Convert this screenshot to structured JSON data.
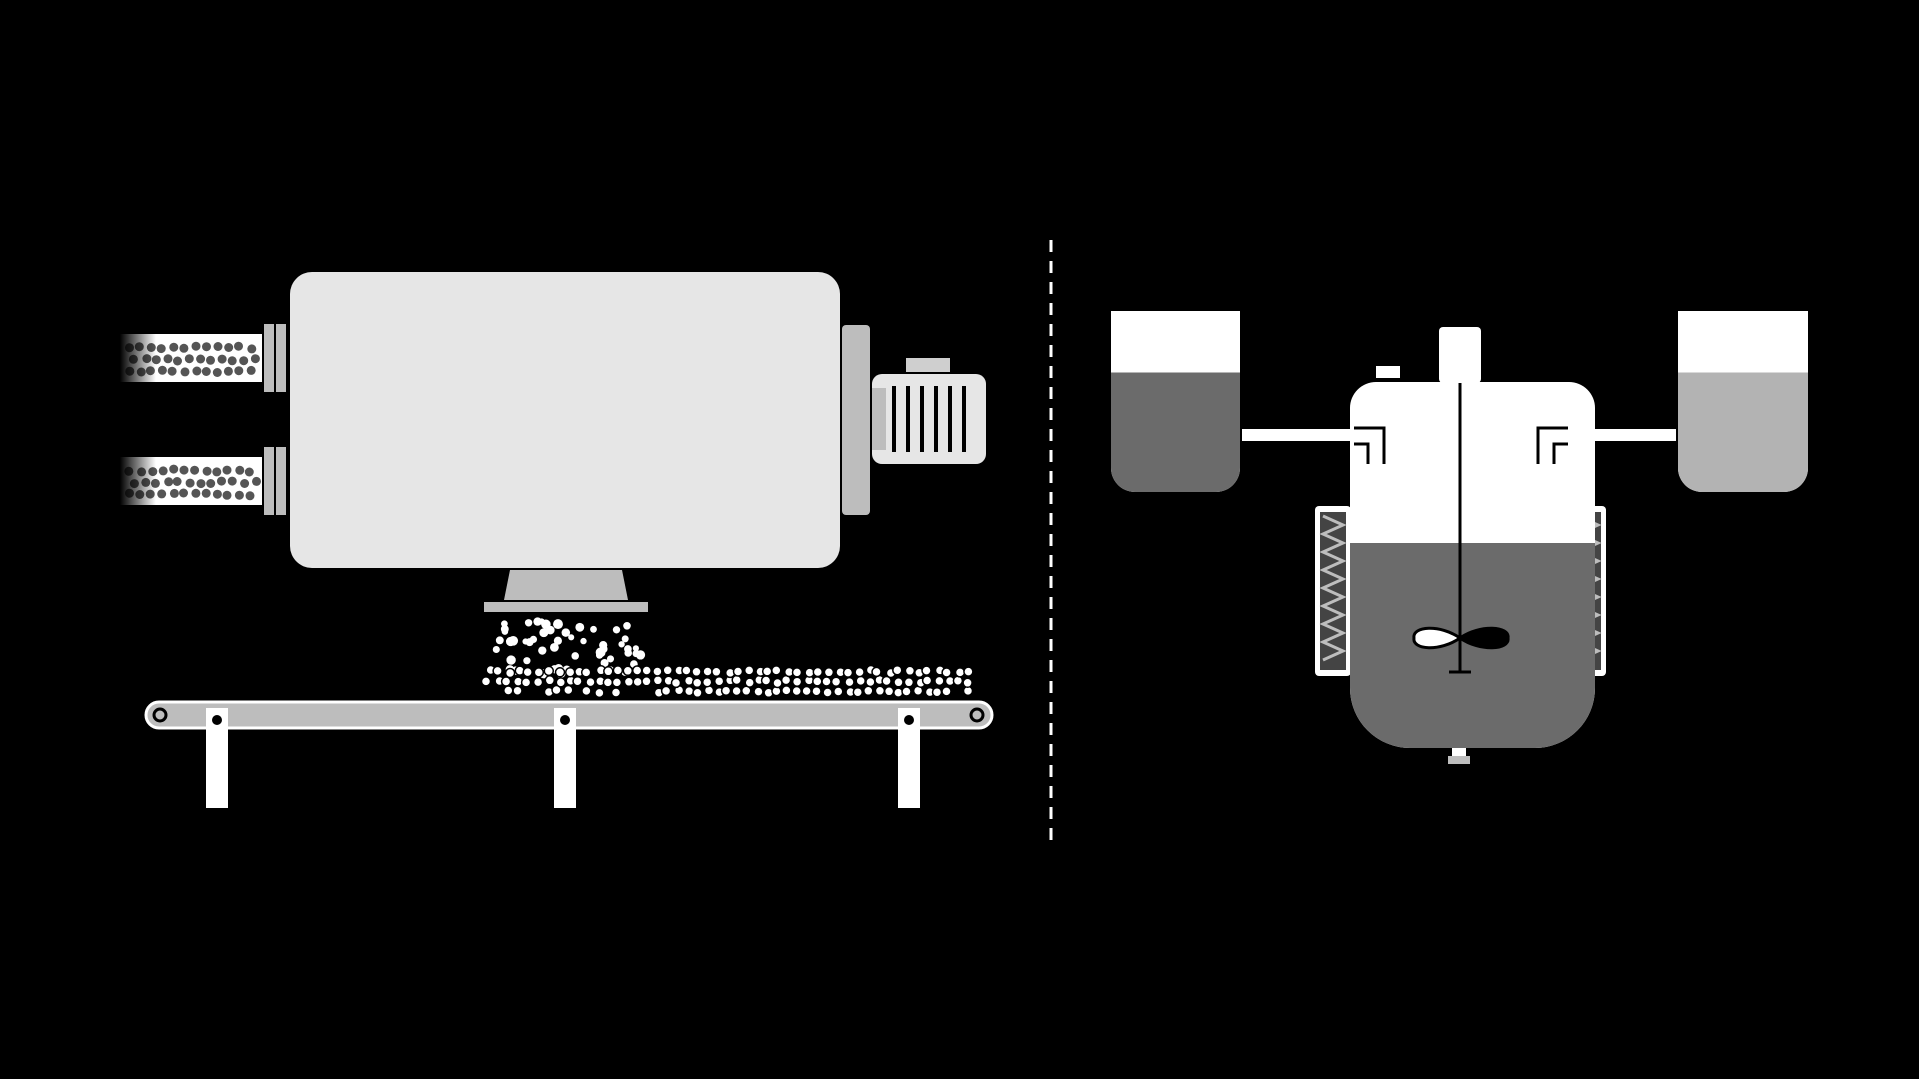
{
  "diagram": {
    "left_panel": {
      "subject": "continuous-process",
      "components": [
        "extruder-body",
        "feed-tube",
        "drive-motor",
        "discharge-hopper",
        "conveyor-belt",
        "conveyor-leg"
      ],
      "feed_tube_count": 2,
      "conveyor_leg_count": 3
    },
    "divider": {
      "style": "dashed"
    },
    "right_panel": {
      "subject": "batch-process",
      "components": [
        "reactor-vessel",
        "agitator-shaft",
        "impeller",
        "heating-jacket",
        "feed-tank",
        "feed-pipe",
        "drain-valve"
      ],
      "feed_tank_count": 2,
      "reactor_fill_level": 0.56,
      "left_tank_fill_level": 0.66,
      "right_tank_fill_level": 0.66
    }
  },
  "colors": {
    "background": "#000000",
    "machine_light": "#e6e6e6",
    "machine_mid": "#bdbdbd",
    "liquid_dark": "#6b6b6b",
    "liquid_light": "#b3b3b3",
    "white": "#ffffff",
    "pellet_dark": "#555555"
  }
}
